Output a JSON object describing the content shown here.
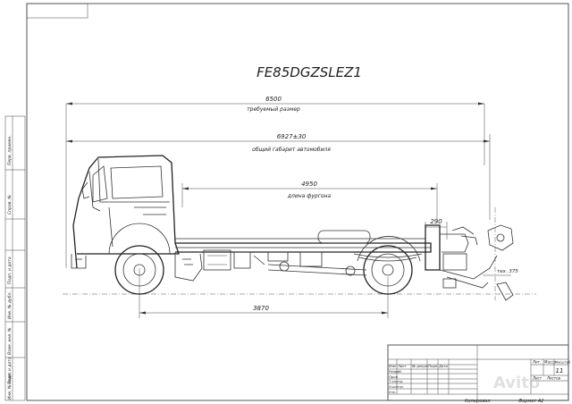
{
  "title": "FE85DGZSLEZ1",
  "dimensions": {
    "required_length": {
      "value": "6500",
      "label": "требуемый размер"
    },
    "overall_length": {
      "value": "6927±30",
      "label": "общий габарит автомобиля"
    },
    "body_length": {
      "value": "4950",
      "label": "длина фургона"
    },
    "rear_offset": {
      "value": "290"
    },
    "wheelbase": {
      "value": "3870"
    },
    "ground_clearance": {
      "value": "тех. 375"
    }
  },
  "side_stamp": {
    "labels": [
      "Перв. примен.",
      "Справ. №",
      "Подп. и дата",
      "Инв. № дубл.",
      "Взам. инв. №",
      "Подп. и дата",
      "Инв. № подл."
    ]
  },
  "title_block": {
    "headers": [
      "Изм",
      "Лист",
      "№ докум.",
      "Подп.",
      "Дата"
    ],
    "roles": [
      "Разраб.",
      "Пров.",
      "Т.контр.",
      "Н.контр.",
      "Утв."
    ],
    "lit_label": "Лит.",
    "mass_label": "Масса",
    "scale_label": "Масштаб",
    "scale_value": "11",
    "sheet_label": "Лист",
    "sheets_label": "Листов",
    "copied": "Копировал",
    "format": "Формат   А2"
  },
  "watermark": "Avito"
}
